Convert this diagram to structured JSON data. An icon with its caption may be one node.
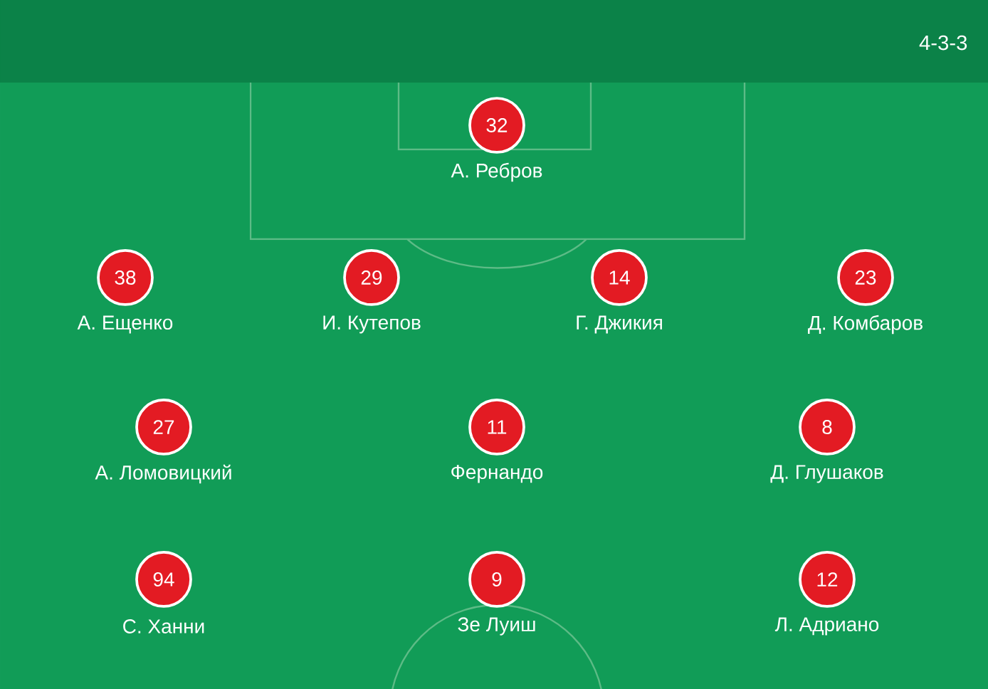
{
  "diagram": {
    "nodes": [
      {
        "text": [
          "32"
        ],
        "beside": [
          "А. Ребров"
        ]
      },
      {
        "text": [
          "38"
        ],
        "beside": [
          "А. Ещенко"
        ]
      },
      {
        "text": [
          "29"
        ],
        "beside": [
          "И. Кутепов"
        ]
      },
      {
        "text": [
          "14"
        ],
        "beside": [
          "Г. Джикия"
        ]
      },
      {
        "text": [
          "23"
        ],
        "beside": [
          "Д. Комбаров"
        ]
      },
      {
        "text": [
          "27"
        ],
        "beside": [
          "А. Ломовицкий"
        ]
      },
      {
        "text": [
          "11"
        ],
        "beside": [
          "Фернандо"
        ]
      },
      {
        "text": [
          "8"
        ],
        "beside": [
          "Д. Глушаков"
        ]
      },
      {
        "text": [
          "94"
        ],
        "beside": [
          "С. Ханни"
        ]
      },
      {
        "text": [
          "9"
        ],
        "beside": [
          "Зе Луиш"
        ]
      },
      {
        "text": [
          "12"
        ],
        "beside": [
          "Л. Адриано"
        ]
      }
    ],
    "labels": [
      "4-3-3"
    ]
  }
}
